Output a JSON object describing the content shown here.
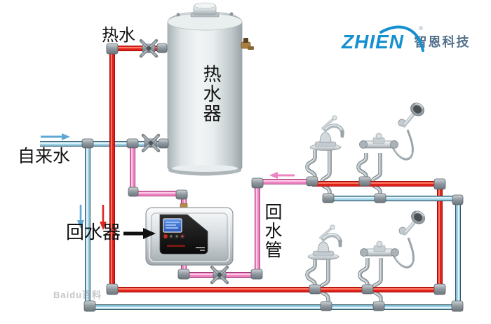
{
  "logo": {
    "brand": "ZHIEN",
    "registered_mark": "®",
    "company": "智恩科技"
  },
  "labels": {
    "hot_water": "热水",
    "tap_water": "自来水",
    "water_heater": "热水器",
    "return_device": "回水器",
    "return_pipe": "回水管"
  },
  "watermark": "Baidu百科",
  "colors": {
    "hot_pipe": "#e0201a",
    "cold_pipe": "#9ed3e8",
    "return_pipe_pink": "#ee85c2",
    "logo_blue": "#1590d0",
    "logo_company_text": "#54718c",
    "device_lcd": "#3a6fd8"
  }
}
